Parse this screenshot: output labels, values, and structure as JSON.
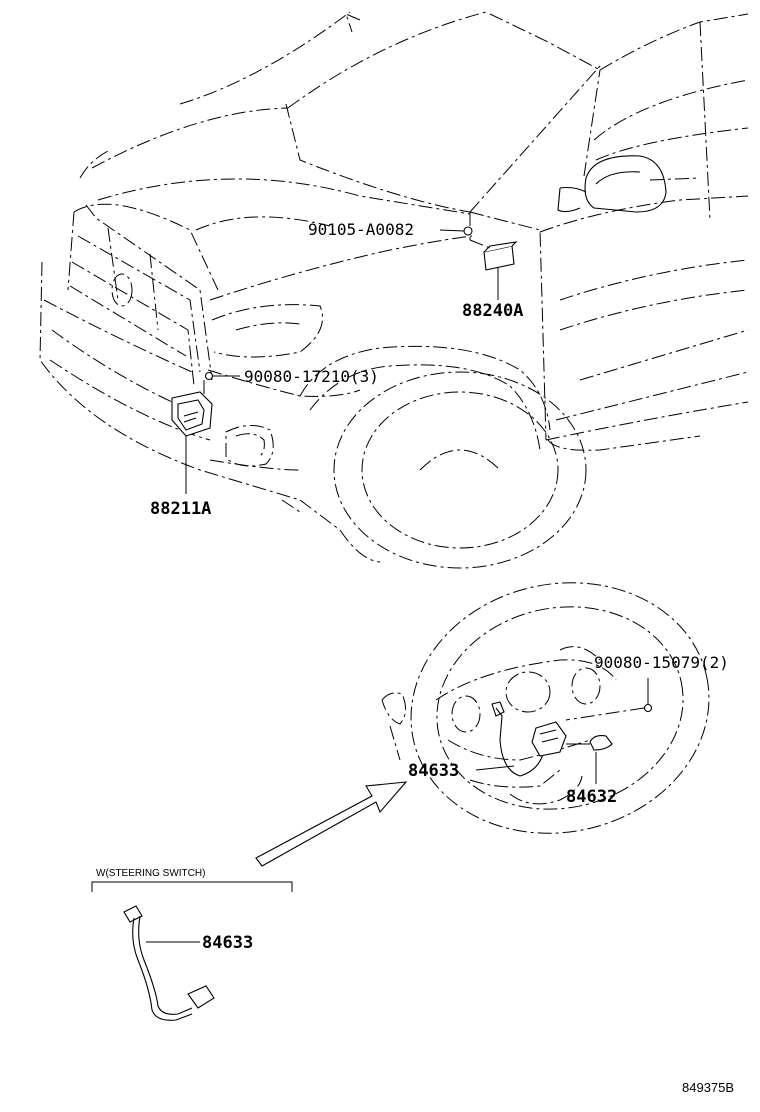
{
  "callouts": {
    "screw_90105": "90105-A0082",
    "sensor_88240": "88240A",
    "bolt_90080_front": "90080-17210(3)",
    "sensor_88211": "88211A",
    "screw_90080_wheel": "90080-15079(2)",
    "wire_84633_wheel": "84633",
    "switch_84632": "84632",
    "wire_84633_detail": "84633"
  },
  "detail_box": {
    "title": "W(STEERING SWITCH)"
  },
  "figure_id": "849375B"
}
